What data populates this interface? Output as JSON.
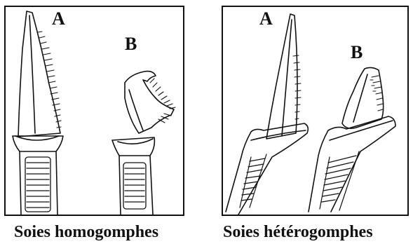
{
  "panels": [
    {
      "id": "homogomphes",
      "label_a": "A",
      "label_b": "B",
      "caption": "Soies homogomphes"
    },
    {
      "id": "heterogomphes",
      "label_a": "A",
      "label_b": "B",
      "caption": "Soies hétérogomphes"
    }
  ],
  "colors": {
    "ink": "#111111",
    "background": "#ffffff"
  }
}
